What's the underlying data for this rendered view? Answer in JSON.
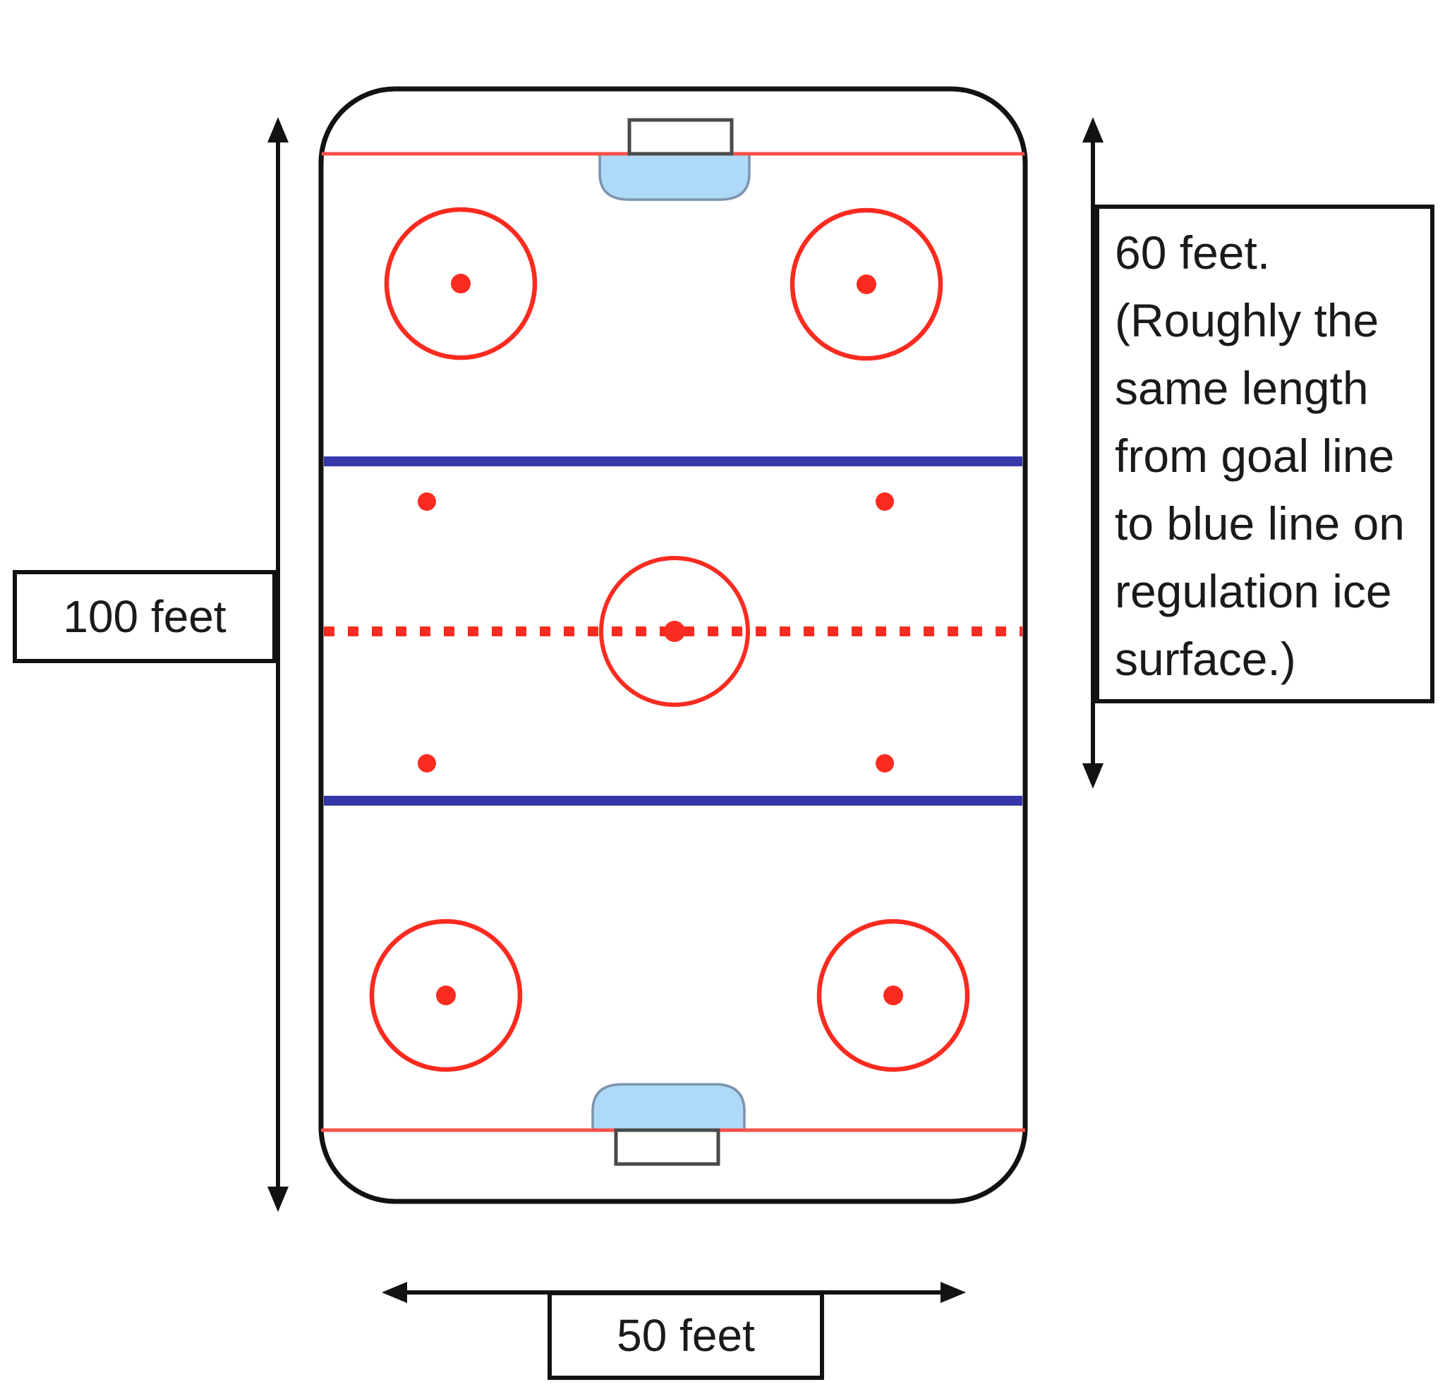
{
  "diagram": {
    "type": "ice-rink-dimension-diagram",
    "rink": {
      "height_label": "100 feet",
      "width_label": "50 feet",
      "side_note": "60 feet.\n(Roughly the\nsame length\nfrom goal line\nto blue line on\nregulation ice\nsurface.)",
      "features": [
        "boards",
        "goal-line-top",
        "goal-line-bottom",
        "goal-net-top",
        "goal-net-bottom",
        "goal-crease-top",
        "goal-crease-bottom",
        "faceoff-circle-top-left",
        "faceoff-circle-top-right",
        "faceoff-circle-bottom-left",
        "faceoff-circle-bottom-right",
        "neutral-zone-dots",
        "blue-line-top",
        "blue-line-bottom",
        "center-red-dashed-line",
        "center-circle",
        "center-dot"
      ]
    },
    "icons": [
      "arrow-up-icon",
      "arrow-down-icon",
      "arrow-left-icon",
      "arrow-right-icon"
    ]
  },
  "colors": {
    "board": "#121212",
    "goal_line": "#fa4f4a",
    "blue_line": "#3538a8",
    "center_line": "#f92c21",
    "faceoff_red": "#fb2b20",
    "crease_fill": "#aed9f7",
    "crease_stroke": "#7d93ad",
    "net_stroke": "#4a4a4a",
    "arrow": "#121212",
    "text": "#1a1a1a"
  }
}
